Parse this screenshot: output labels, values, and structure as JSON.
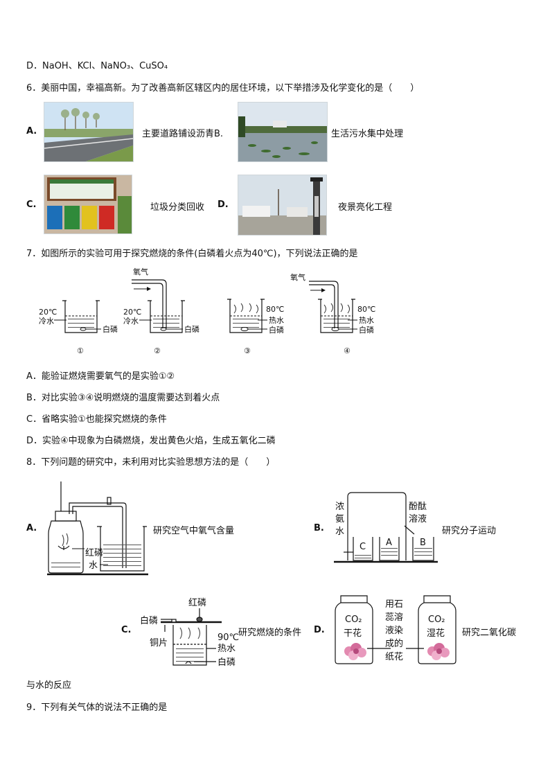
{
  "q5": {
    "option_d": "D．NaOH、KCl、NaNO₃、CuSO₄"
  },
  "q6": {
    "stem": "6．美丽中国，幸福高新。为了改善高新区辖区内的居住环境，以下举措涉及化学变化的是（　　）",
    "a_letter": "A.",
    "a_text": "主要道路铺设沥青B.",
    "b_text": "生活污水集中处理",
    "c_letter": "C.",
    "c_text": "垃圾分类回收",
    "d_letter": "D.",
    "d_text": "夜景亮化工程"
  },
  "q7": {
    "stem": "7．如图所示的实验可用于探究燃烧的条件(白磷着火点为40℃)，下列说法正确的是",
    "fig": {
      "oxygen": "氧气",
      "t20": "20℃",
      "cold_water": "冷水",
      "t80": "80℃",
      "hot_water": "热水",
      "white_p": "白磷",
      "n1": "①",
      "n2": "②",
      "n3": "③",
      "n4": "④"
    },
    "option_a": "A．能验证燃烧需要氧气的是实验①②",
    "option_b": "B．对比实验③④说明燃烧的温度需要达到着火点",
    "option_c": "C．省略实验①也能探究燃烧的条件",
    "option_d": "D．实验④中现象为白磷燃烧，发出黄色火焰，生成五氧化二磷"
  },
  "q8": {
    "stem": "8．下列问题的研究中，未利用对比实验思想方法的是（　　）",
    "a_letter": "A.",
    "a_text": "研究空气中氧气含量",
    "a_red_p": "红磷",
    "a_water": "水",
    "b_letter": "B.",
    "b_text": "研究分子运动",
    "b_ammonia_1": "浓",
    "b_ammonia_2": "氨",
    "b_ammonia_3": "水",
    "b_phenol_1": "酚酞",
    "b_phenol_2": "溶液",
    "b_c": "C",
    "b_a": "A",
    "b_b": "B",
    "c_letter": "C.",
    "c_text": "研究燃烧的条件",
    "c_red_p": "红磷",
    "c_white_p": "白磷",
    "c_copper": "铜片",
    "c_t90": "90℃",
    "c_hot_water": "热水",
    "c_white_p2": "白磷",
    "d_letter": "D.",
    "d_text": "研究二氧化碳",
    "d_co2_left": "CO₂",
    "d_dry": "干花",
    "d_co2_right": "CO₂",
    "d_wet": "湿花",
    "d_mid_1": "用石",
    "d_mid_2": "蕊溶",
    "d_mid_3": "液染",
    "d_mid_4": "成的",
    "d_mid_5": "纸花",
    "continued": "与水的反应"
  },
  "q9": {
    "stem": "9．下列有关气体的说法不正确的是"
  }
}
